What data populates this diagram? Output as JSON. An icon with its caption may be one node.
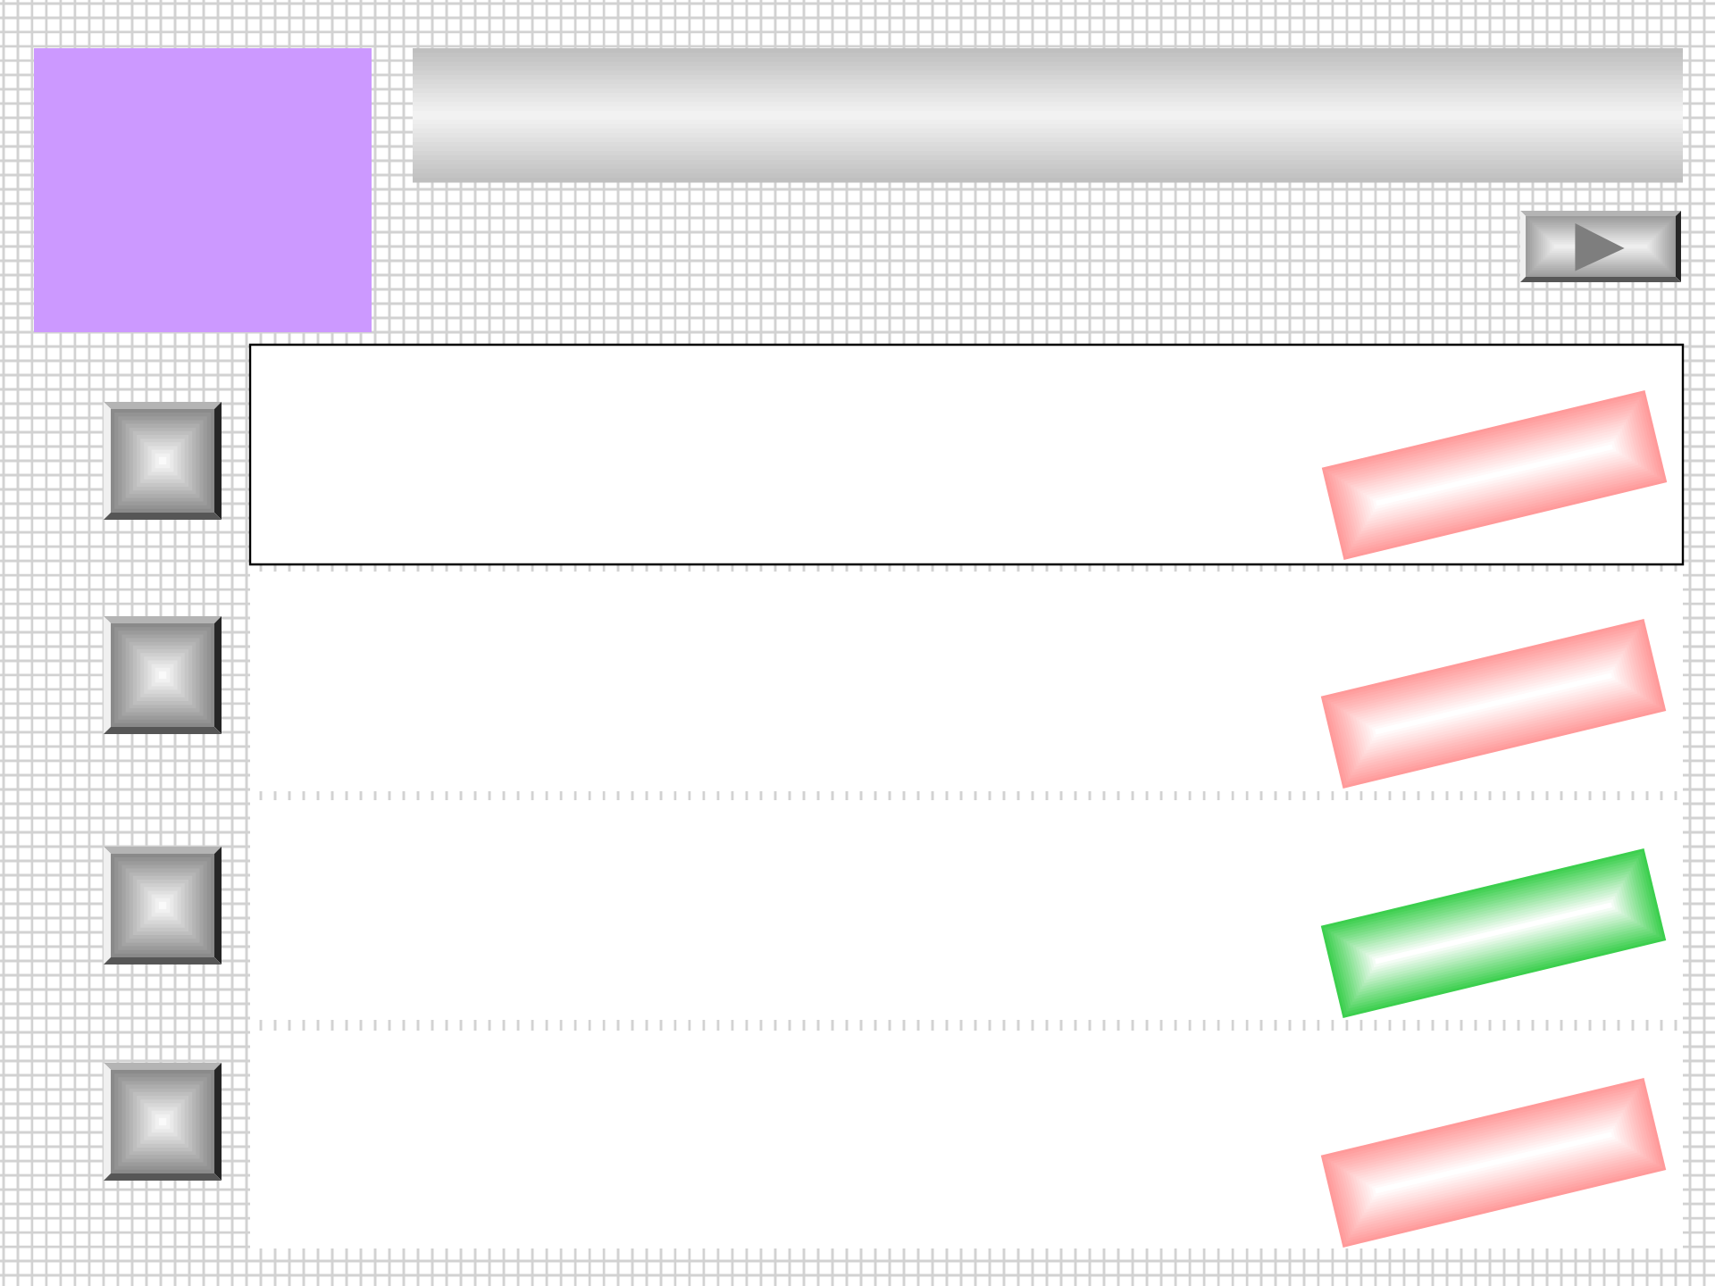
{
  "diagram": {
    "nodes": [
      {
        "text": [],
        "shape": "box"
      },
      {
        "text": [],
        "shape": "bar"
      },
      {
        "text": [],
        "shape": "box"
      },
      {
        "text": [],
        "shape": "box"
      },
      {
        "text": [],
        "shape": "box"
      },
      {
        "text": [],
        "shape": "bar",
        "in": 4
      },
      {
        "text": [],
        "shape": "box"
      },
      {
        "text": [],
        "shape": "box"
      },
      {
        "text": [],
        "shape": "bar",
        "in": 7
      },
      {
        "text": [],
        "shape": "box"
      },
      {
        "text": [],
        "shape": "box"
      },
      {
        "text": [],
        "shape": "bar",
        "in": 10
      },
      {
        "text": [],
        "shape": "box"
      },
      {
        "text": [],
        "shape": "box"
      },
      {
        "text": [],
        "shape": "bar",
        "in": 13
      }
    ]
  }
}
